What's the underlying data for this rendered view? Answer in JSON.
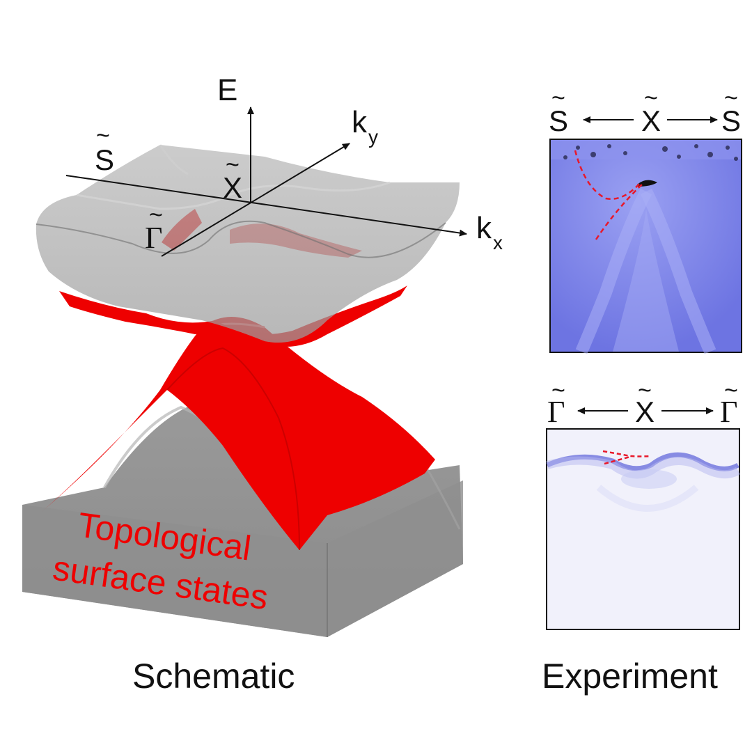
{
  "schematic": {
    "axis_E": "E",
    "axis_ky_base": "k",
    "axis_ky_sub": "y",
    "axis_kx_base": "k",
    "axis_kx_sub": "x",
    "point_S": "S",
    "point_X": "X",
    "point_Gamma": "Γ",
    "tilde": "~",
    "surface_label_line1": "Topological",
    "surface_label_line2": "surface states",
    "caption": "Schematic"
  },
  "experiment": {
    "panel_top": {
      "left": "S",
      "center": "X",
      "right": "S"
    },
    "panel_bottom": {
      "left": "Γ",
      "center": "X",
      "right": "Γ"
    },
    "caption": "Experiment"
  },
  "colors": {
    "surface_state": "#ee0000",
    "bulk_band": "#8c8c8c",
    "arpes_top_bg": "#7b82e8",
    "arpes_bottom_bg": "#f1f1fb",
    "guide_dash": "#e8182a"
  }
}
